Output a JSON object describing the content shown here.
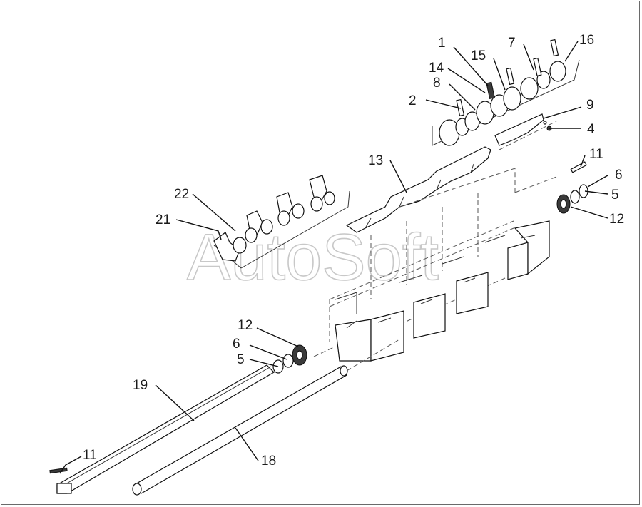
{
  "watermark": "AutoSoft",
  "callouts": [
    {
      "id": "c1",
      "text": "1"
    },
    {
      "id": "c2",
      "text": "2"
    },
    {
      "id": "c4",
      "text": "4"
    },
    {
      "id": "c5a",
      "text": "5"
    },
    {
      "id": "c5b",
      "text": "5"
    },
    {
      "id": "c6a",
      "text": "6"
    },
    {
      "id": "c6b",
      "text": "6"
    },
    {
      "id": "c7",
      "text": "7"
    },
    {
      "id": "c8",
      "text": "8"
    },
    {
      "id": "c9",
      "text": "9"
    },
    {
      "id": "c11a",
      "text": "11"
    },
    {
      "id": "c11b",
      "text": "11"
    },
    {
      "id": "c12a",
      "text": "12"
    },
    {
      "id": "c12b",
      "text": "12"
    },
    {
      "id": "c13",
      "text": "13"
    },
    {
      "id": "c14",
      "text": "14"
    },
    {
      "id": "c15",
      "text": "15"
    },
    {
      "id": "c16",
      "text": "16"
    },
    {
      "id": "c18",
      "text": "18"
    },
    {
      "id": "c19",
      "text": "19"
    },
    {
      "id": "c21",
      "text": "21"
    },
    {
      "id": "c22",
      "text": "22"
    }
  ]
}
